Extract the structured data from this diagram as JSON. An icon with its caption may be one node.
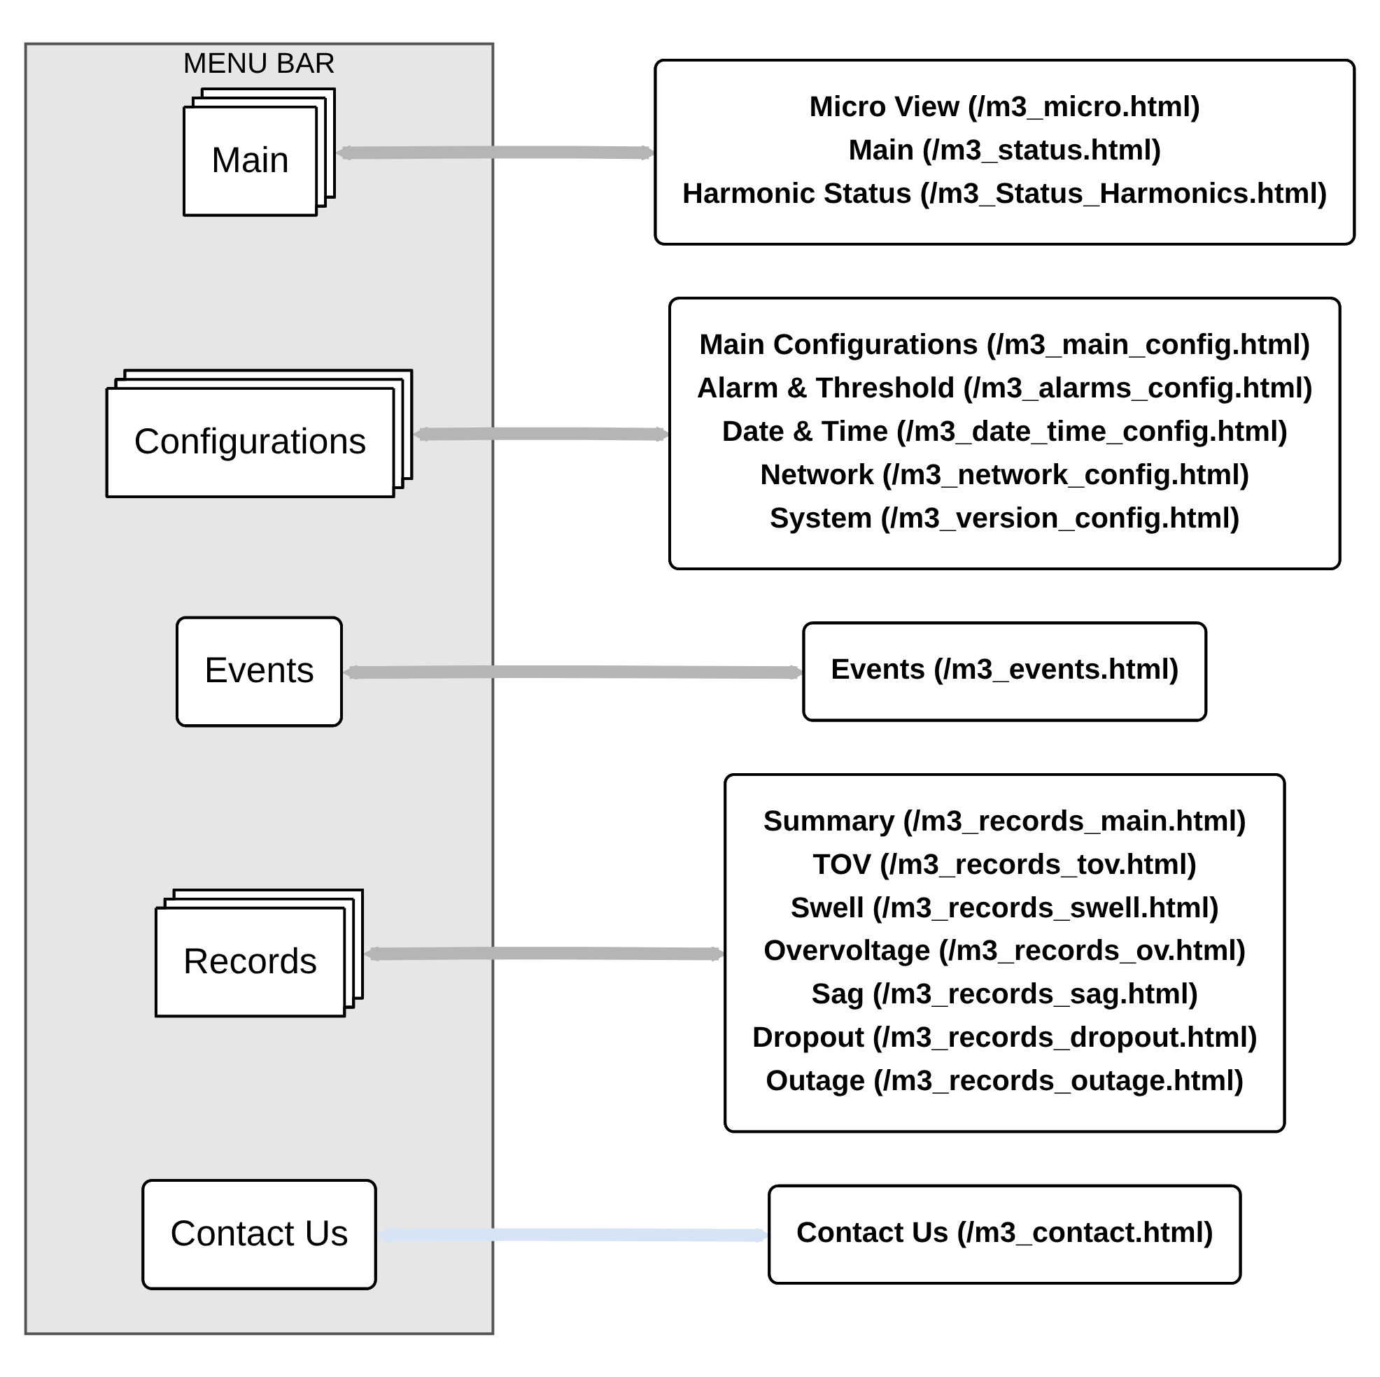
{
  "diagram": {
    "nodes": [
      {
        "text": [
          "MENU BAR"
        ]
      },
      {
        "text": [
          "Main"
        ],
        "in": 0
      },
      {
        "text": [
          "Configurations"
        ],
        "in": 0
      },
      {
        "text": [
          "Events"
        ],
        "in": 0
      },
      {
        "text": [
          "Records"
        ],
        "in": 0
      },
      {
        "text": [
          "Contact Us"
        ],
        "in": 0
      },
      {
        "text": [
          "Micro View (/m3_micro.html)",
          "Main (/m3_status.html)",
          "Harmonic Status (/m3_Status_Harmonics.html)"
        ]
      },
      {
        "text": [
          "Main Configurations (/m3_main_config.html)",
          "Alarm & Threshold (/m3_alarms_config.html)",
          "Date & Time (/m3_date_time_config.html)",
          "Network (/m3_network_config.html)",
          "System (/m3_version_config.html)"
        ]
      },
      {
        "text": [
          "Events (/m3_events.html)"
        ]
      },
      {
        "text": [
          "Summary (/m3_records_main.html)",
          "TOV (/m3_records_tov.html)",
          "Swell (/m3_records_swell.html)",
          "Overvoltage (/m3_records_ov.html)",
          "Sag (/m3_records_sag.html)",
          "Dropout (/m3_records_dropout.html)",
          "Outage (/m3_records_outage.html)"
        ]
      },
      {
        "text": [
          "Contact Us (/m3_contact.html)"
        ]
      }
    ],
    "edges": [
      {
        "from": 1,
        "to": 6,
        "arrow": "both"
      },
      {
        "from": 2,
        "to": 7,
        "arrow": "both"
      },
      {
        "from": 3,
        "to": 8,
        "arrow": "both"
      },
      {
        "from": 4,
        "to": 9,
        "arrow": "both"
      },
      {
        "from": 5,
        "to": 10,
        "arrow": "both",
        "color": "#d6e4f5"
      }
    ]
  }
}
